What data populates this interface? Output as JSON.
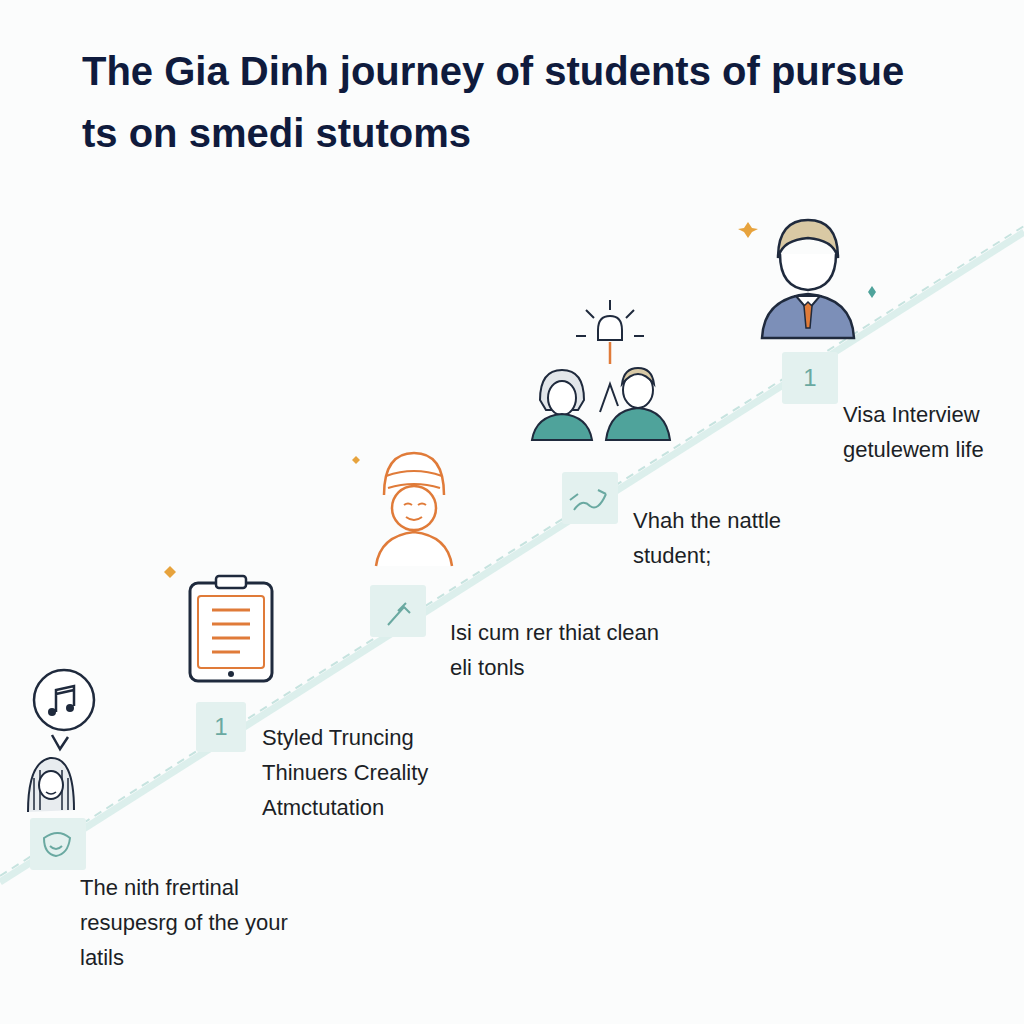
{
  "diagram": {
    "title": "The Gia Dinh journey of students of pursue ts on smedi stutoms",
    "nodes": [
      {
        "text": [
          "1"
        ]
      },
      {
        "text": [
          "1"
        ]
      }
    ],
    "labels": [
      "The nith frertinal resupesrg of the your latils",
      "Styled Truncing Thinuers Creality Atmctutation",
      "Isi cum rer thiat clean eli tonls",
      "Vhah the nattle student;",
      "Visa Interview getulewem life"
    ]
  }
}
